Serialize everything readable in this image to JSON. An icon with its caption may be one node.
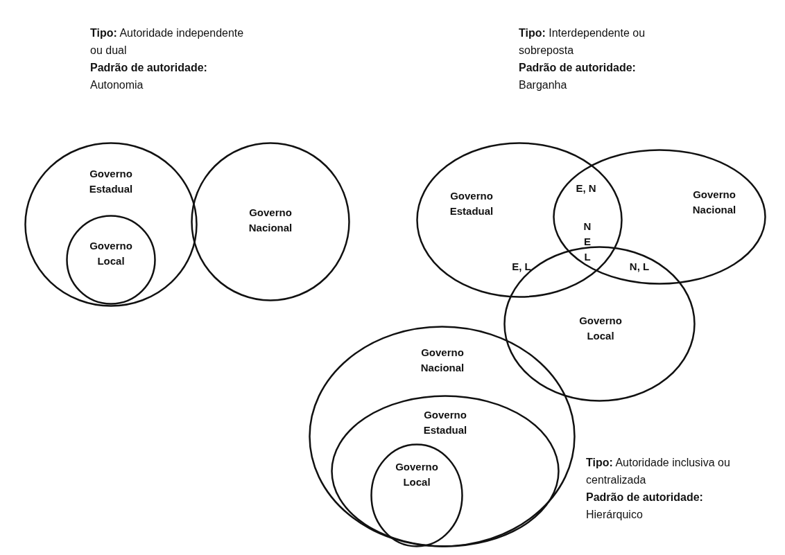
{
  "diagram": {
    "nodes": [
      {
        "text": [
          "Governo Estadual"
        ]
      },
      {
        "text": [
          "Governo Local"
        ],
        "in": 0
      },
      {
        "text": [
          "Governo Nacional"
        ]
      },
      {
        "text": [
          "Governo Estadual"
        ]
      },
      {
        "text": [
          "Governo Nacional"
        ]
      },
      {
        "text": [
          "Governo Local"
        ]
      },
      {
        "text": [
          "Governo Nacional"
        ]
      },
      {
        "text": [
          "Governo Estadual"
        ],
        "in": 6
      },
      {
        "text": [
          "Governo Local"
        ],
        "in": 7
      }
    ],
    "labels": [
      "**Tipo:** Autoridade independente ou dual",
      "**Padrão de autoridade:** Autonomia",
      "**Tipo:** Interdependente ou sobreposta",
      "**Padrão de autoridade:** Barganha",
      "E, N",
      "N E L",
      "E, L",
      "N, L",
      "**Tipo:** Autoridade inclusiva ou centralizada",
      "**Padrão de autoridade:** Hierárquico"
    ]
  }
}
